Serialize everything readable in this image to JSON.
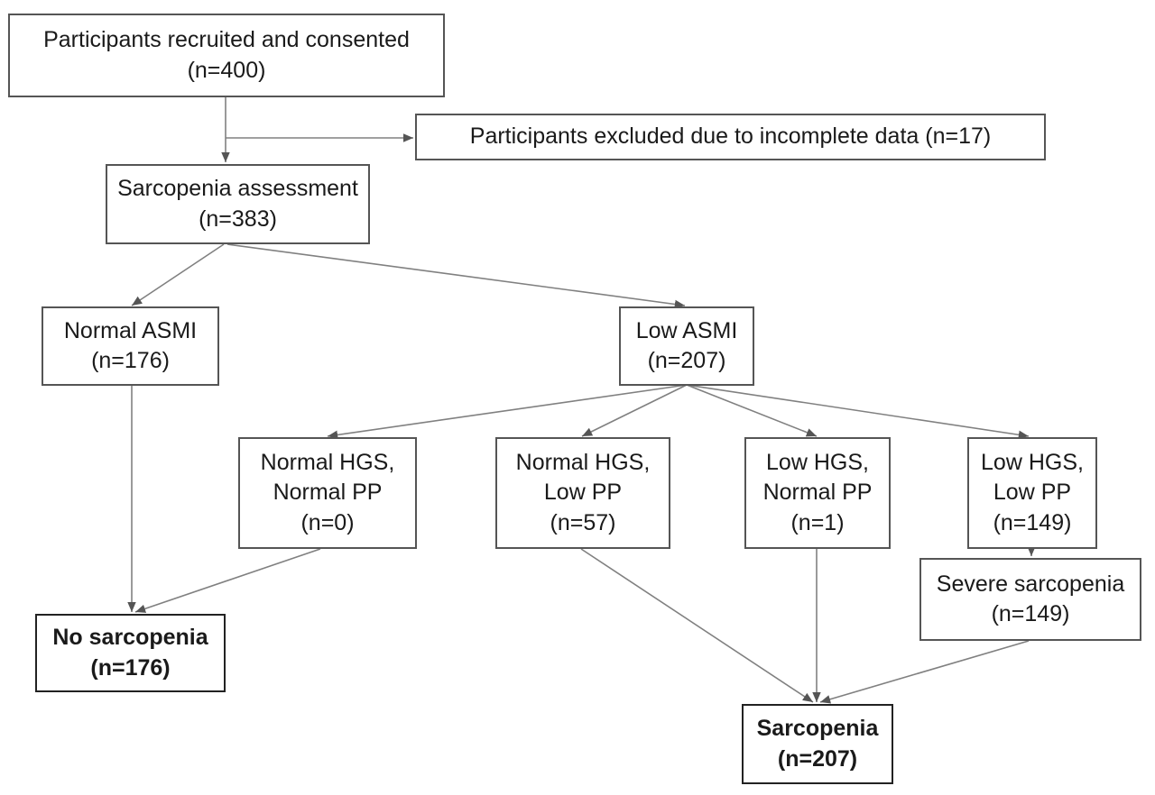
{
  "flowchart": {
    "recruited": {
      "line1": "Participants recruited and consented",
      "line2": "(n=400)"
    },
    "excluded": {
      "line1": "Participants excluded due to incomplete data (n=17)"
    },
    "assessment": {
      "line1": "Sarcopenia assessment",
      "line2": "(n=383)"
    },
    "normal_asmi": {
      "line1": "Normal ASMI",
      "line2": "(n=176)"
    },
    "low_asmi": {
      "line1": "Low ASMI",
      "line2": "(n=207)"
    },
    "normal_hgs_normal_pp": {
      "line1": "Normal HGS,",
      "line2": "Normal PP",
      "line3": "(n=0)"
    },
    "normal_hgs_low_pp": {
      "line1": "Normal HGS,",
      "line2": "Low PP",
      "line3": "(n=57)"
    },
    "low_hgs_normal_pp": {
      "line1": "Low HGS,",
      "line2": "Normal PP",
      "line3": "(n=1)"
    },
    "low_hgs_low_pp": {
      "line1": "Low HGS,",
      "line2": "Low PP",
      "line3": "(n=149)"
    },
    "severe_sarcopenia": {
      "line1": "Severe sarcopenia",
      "line2": "(n=149)"
    },
    "no_sarcopenia": {
      "line1": "No sarcopenia",
      "line2": "(n=176)"
    },
    "sarcopenia": {
      "line1": "Sarcopenia",
      "line2": "(n=207)"
    }
  },
  "colors": {
    "border": "#555555",
    "connector": "#808080",
    "text": "#1a1a1a",
    "background": "#ffffff"
  }
}
